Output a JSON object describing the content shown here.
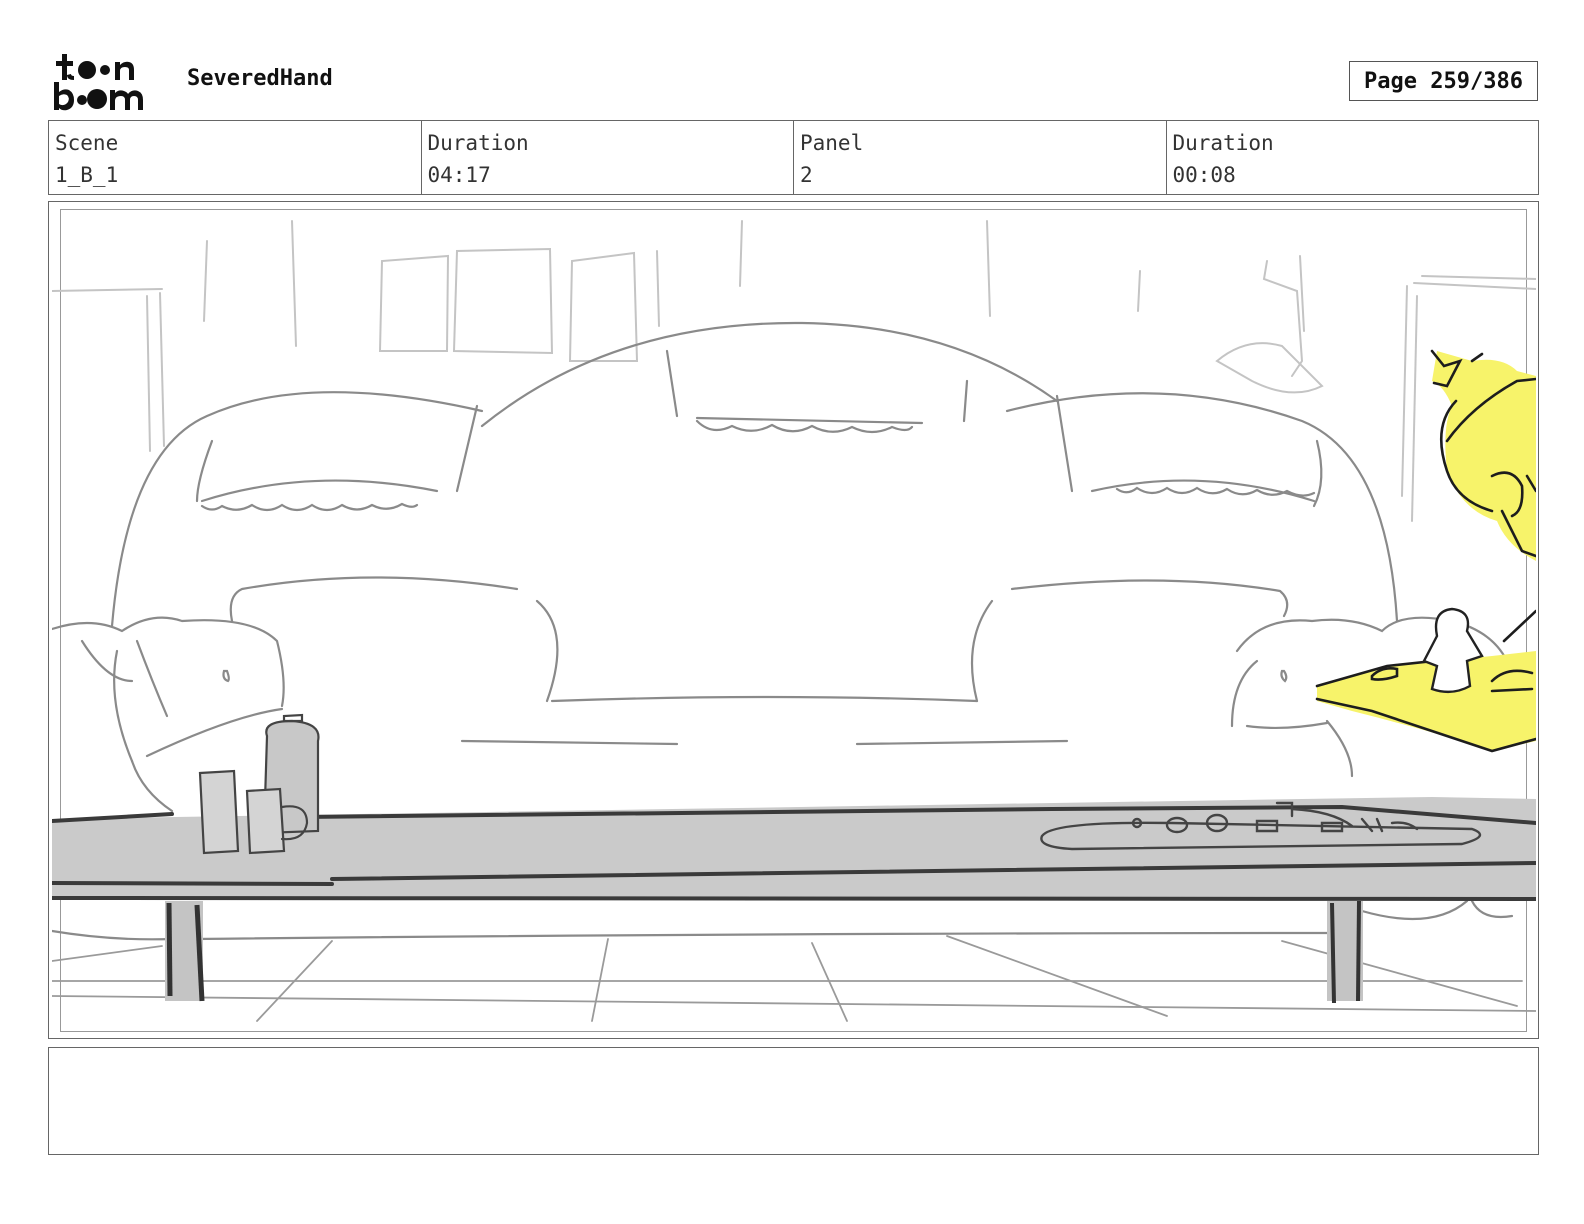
{
  "header": {
    "project_title": "SeveredHand",
    "page_label": "Page 259/386"
  },
  "info": {
    "scene_label": "Scene",
    "scene_value": "1_B_1",
    "scene_duration_label": "Duration",
    "scene_duration_value": "04:17",
    "panel_label": "Panel",
    "panel_value": "2",
    "panel_duration_label": "Duration",
    "panel_duration_value": "00:08"
  },
  "colors": {
    "sketch_line": "#888888",
    "table_fill": "#c8c8c8",
    "highlight_yellow": "#f7f36a"
  },
  "icons": {
    "logo": "toon-boom-logo"
  },
  "notes": {
    "text": ""
  }
}
